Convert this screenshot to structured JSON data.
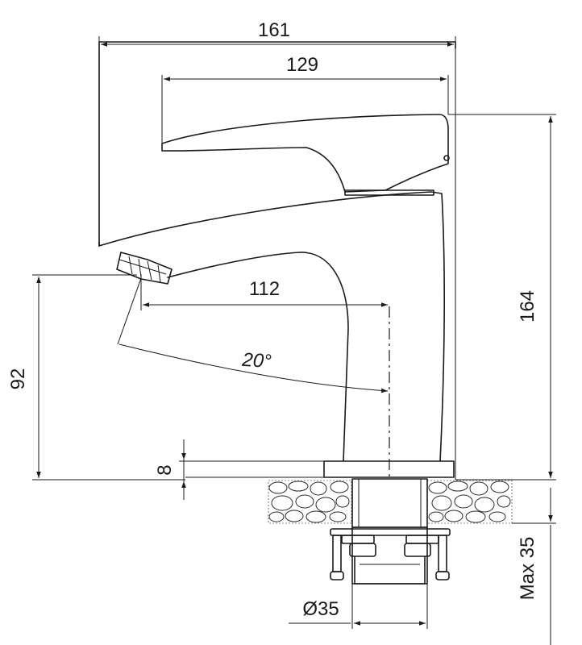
{
  "dimensions": {
    "overall_width": "161",
    "handle_length": "129",
    "spout_reach": "112",
    "total_height": "164",
    "spout_height": "92",
    "base_height": "8",
    "tilt_angle": "20°",
    "thread_diameter": "Ø35",
    "max_counter": "Max 35"
  }
}
